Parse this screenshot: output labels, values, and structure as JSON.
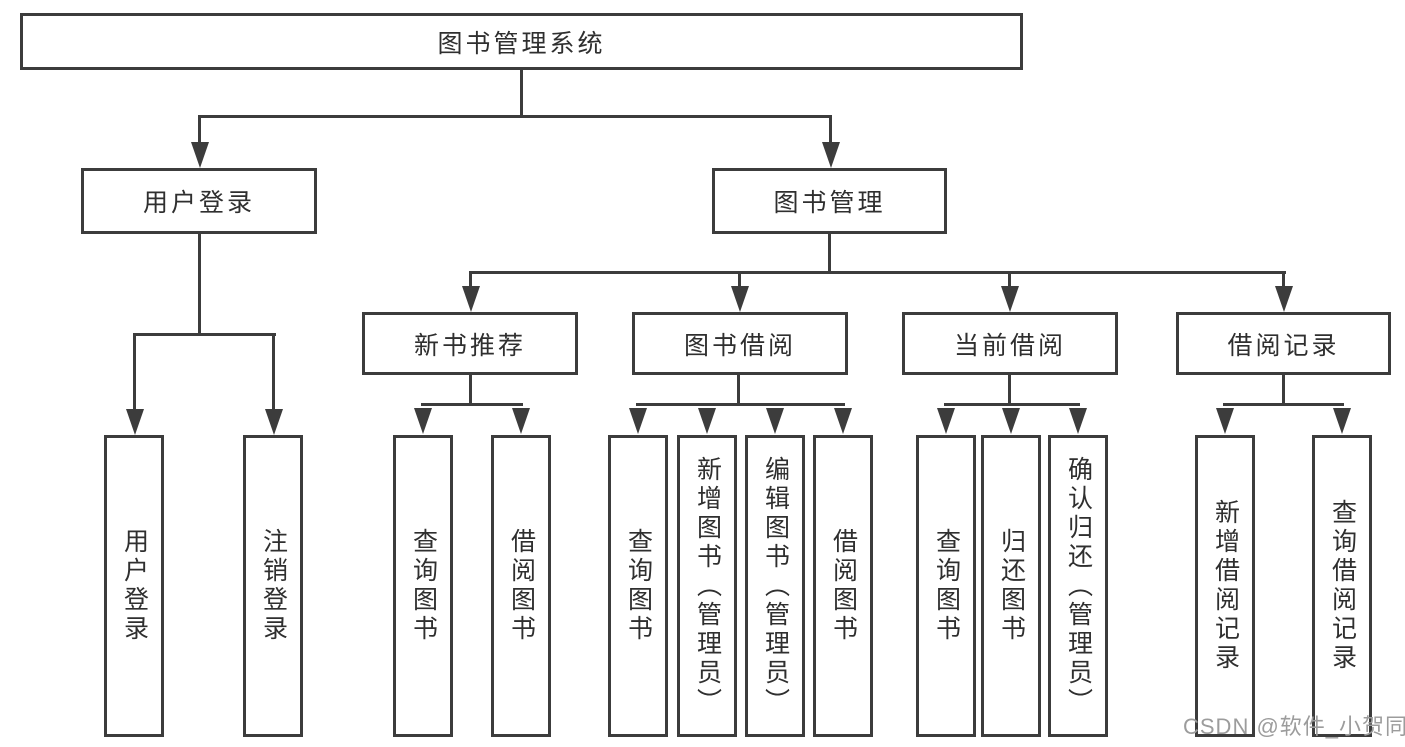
{
  "tree": {
    "root": "图书管理系统",
    "branches": [
      {
        "label": "用户登录",
        "children": [
          "用户登录",
          "注销登录"
        ]
      },
      {
        "label": "图书管理",
        "children": [
          {
            "label": "新书推荐",
            "children": [
              "查询图书",
              "借阅图书"
            ]
          },
          {
            "label": "图书借阅",
            "children": [
              "查询图书",
              "新增图书（管理员）",
              "编辑图书（管理员）",
              "借阅图书"
            ]
          },
          {
            "label": "当前借阅",
            "children": [
              "查询图书",
              "归还图书",
              "确认归还（管理员）"
            ]
          },
          {
            "label": "借阅记录",
            "children": [
              "新增借阅记录",
              "查询借阅记录"
            ]
          }
        ]
      }
    ]
  },
  "watermark": "CSDN @软件_小贺同学",
  "colors": {
    "line": "#3c3c3c",
    "text": "#2f2f2f",
    "watermark": "#9c9c9c",
    "background": "#ffffff"
  }
}
